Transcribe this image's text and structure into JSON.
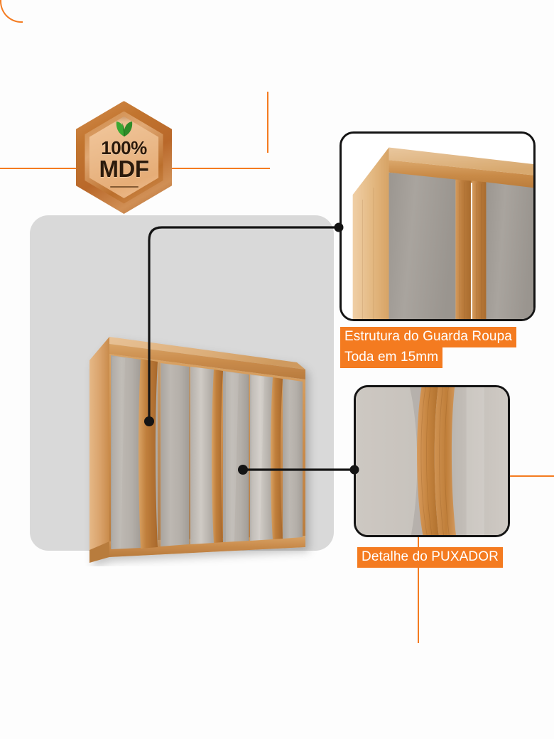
{
  "page": {
    "background_color": "#fdfdfd",
    "accent_color": "#F47B20",
    "leader_color": "#141414",
    "panel_color": "#d9d9d9"
  },
  "badge": {
    "name": "100% MDF certification badge",
    "line1": "100%",
    "line2": "MDF",
    "icon": "leaf-icon",
    "shape": "hexagon",
    "wood_color": "#c2752f",
    "inner_color": "#f0c196",
    "text_color": "#2b1a0c",
    "leaf_color": "#2e9c2e"
  },
  "product": {
    "name": "wardrobe-illustration",
    "description": "6-door wardrobe with grey high-gloss panels and wood frame",
    "frame_color": "#c98b4b",
    "door_color": "#b9b4ae",
    "door_count": 6,
    "handle_count": 3
  },
  "details": [
    {
      "id": "detail-structure",
      "name": "wardrobe-top-corner-photo",
      "caption_lines": [
        "Estrutura do Guarda Roupa",
        "Toda em 15mm"
      ],
      "caption_bg": "#F47B20",
      "caption_color": "#ffffff"
    },
    {
      "id": "detail-handle",
      "name": "wardrobe-handle-closeup-photo",
      "caption_lines": [
        "Detalhe do PUXADOR"
      ],
      "caption_bg": "#F47B20",
      "caption_color": "#ffffff"
    }
  ],
  "leaders": [
    {
      "name": "leader-structure",
      "from": "detail-structure",
      "to": "wardrobe-top-frame"
    },
    {
      "name": "leader-handle",
      "from": "detail-handle",
      "to": "wardrobe-door-handle"
    }
  ]
}
